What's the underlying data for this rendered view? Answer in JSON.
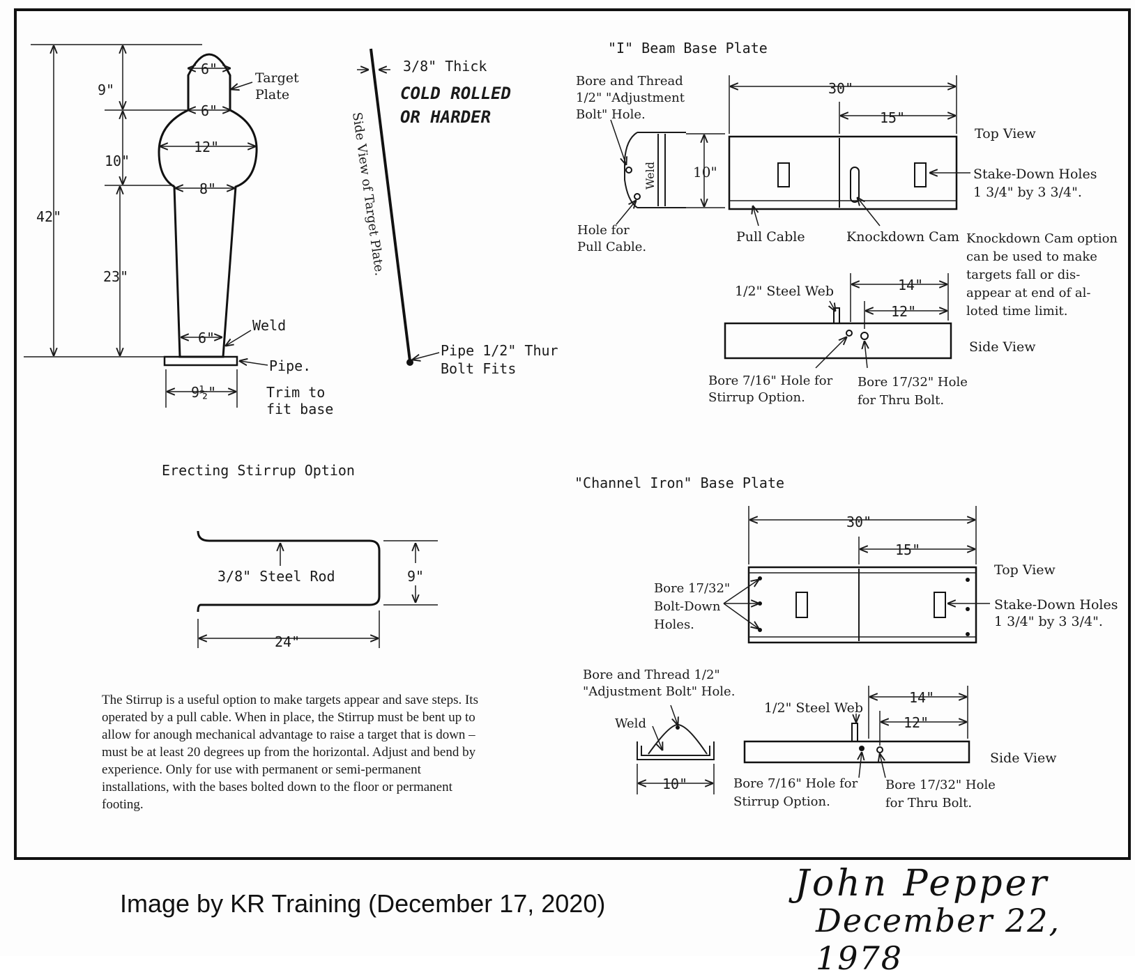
{
  "target_figure": {
    "dim_total": "42\"",
    "dim_head": "9\"",
    "dim_chest": "10\"",
    "dim_body": "23\"",
    "width_head_top": "6\"",
    "width_neck": "6\"",
    "width_chest": "12\"",
    "width_waist": "8\"",
    "width_bottom": "6\"",
    "width_base": "9½\"",
    "label_target_plate_1": "Target",
    "label_target_plate_2": "Plate",
    "label_weld": "Weld",
    "label_pipe": "Pipe.",
    "label_trim_1": "Trim to",
    "label_trim_2": "fit base"
  },
  "side_view": {
    "thickness": "3/8\" Thick",
    "material_1": "COLD ROLLED",
    "material_2": "OR HARDER",
    "rotated_label": "Side View of Target Plate.",
    "pipe_1": "Pipe 1/2\" Thur",
    "pipe_2": "Bolt Fits"
  },
  "stirrup": {
    "title": "Erecting Stirrup Option",
    "rod_label": "3/8\" Steel Rod",
    "height": "9\"",
    "width": "24\"",
    "paragraph": "The Stirrup is a useful option to make targets appear and save steps.  Its operated by a pull cable.  When in place, the Stirrup must be bent up to allow for anough mechanical advantage to raise a target that is down – must be at least 20 degrees up from the horizontal.  Adjust and bend by experience.  Only for use with permanent or semi-permanent installations, with the bases bolted down to the floor or permanent footing."
  },
  "ibeam": {
    "title": "\"I\" Beam Base Plate",
    "bore_1": "Bore and Thread",
    "bore_2": "1/2\" \"Adjustment",
    "bore_3": "Bolt\" Hole.",
    "weld": "Weld",
    "hole_1": "Hole for",
    "hole_2": "Pull Cable.",
    "width": "30\"",
    "half": "15\"",
    "height": "10\"",
    "top_view": "Top View",
    "stake_1": "Stake-Down Holes",
    "stake_2": "1 3/4\" by 3 3/4\".",
    "pull_cable": "Pull Cable",
    "knockdown_cam": "Knockdown Cam",
    "note_1": "Knockdown Cam option",
    "note_2": "can be used to make",
    "note_3": "targets fall or dis-",
    "note_4": "appear at end of al-",
    "note_5": "loted time limit.",
    "steel_web": "1/2\" Steel Web",
    "side_14": "14\"",
    "side_12": "12\"",
    "side_view": "Side View",
    "bore_716_1": "Bore 7/16\" Hole for",
    "bore_716_2": "Stirrup Option.",
    "bore_1732_1": "Bore 17/32\" Hole",
    "bore_1732_2": "for Thru Bolt."
  },
  "channel": {
    "title": "\"Channel Iron\" Base Plate",
    "width": "30\"",
    "half": "15\"",
    "top_view": "Top View",
    "bolt_1": "Bore 17/32\"",
    "bolt_2": "Bolt-Down",
    "bolt_3": "Holes.",
    "stake_1": "Stake-Down Holes",
    "stake_2": "1 3/4\" by 3 3/4\".",
    "adj_1": "Bore and Thread 1/2\"",
    "adj_2": "\"Adjustment Bolt\" Hole.",
    "weld": "Weld",
    "section_10": "10\"",
    "steel_web": "1/2\" Steel Web",
    "side_14": "14\"",
    "side_12": "12\"",
    "side_view": "Side View",
    "bore_716_1": "Bore 7/16\" Hole for",
    "bore_716_2": "Stirrup Option.",
    "bore_1732_1": "Bore 17/32\" Hole",
    "bore_1732_2": "for Thru Bolt."
  },
  "credit": "Image by KR Training (December 17, 2020)",
  "signature": {
    "name": "John Pepper",
    "date": "December 22, 1978"
  }
}
